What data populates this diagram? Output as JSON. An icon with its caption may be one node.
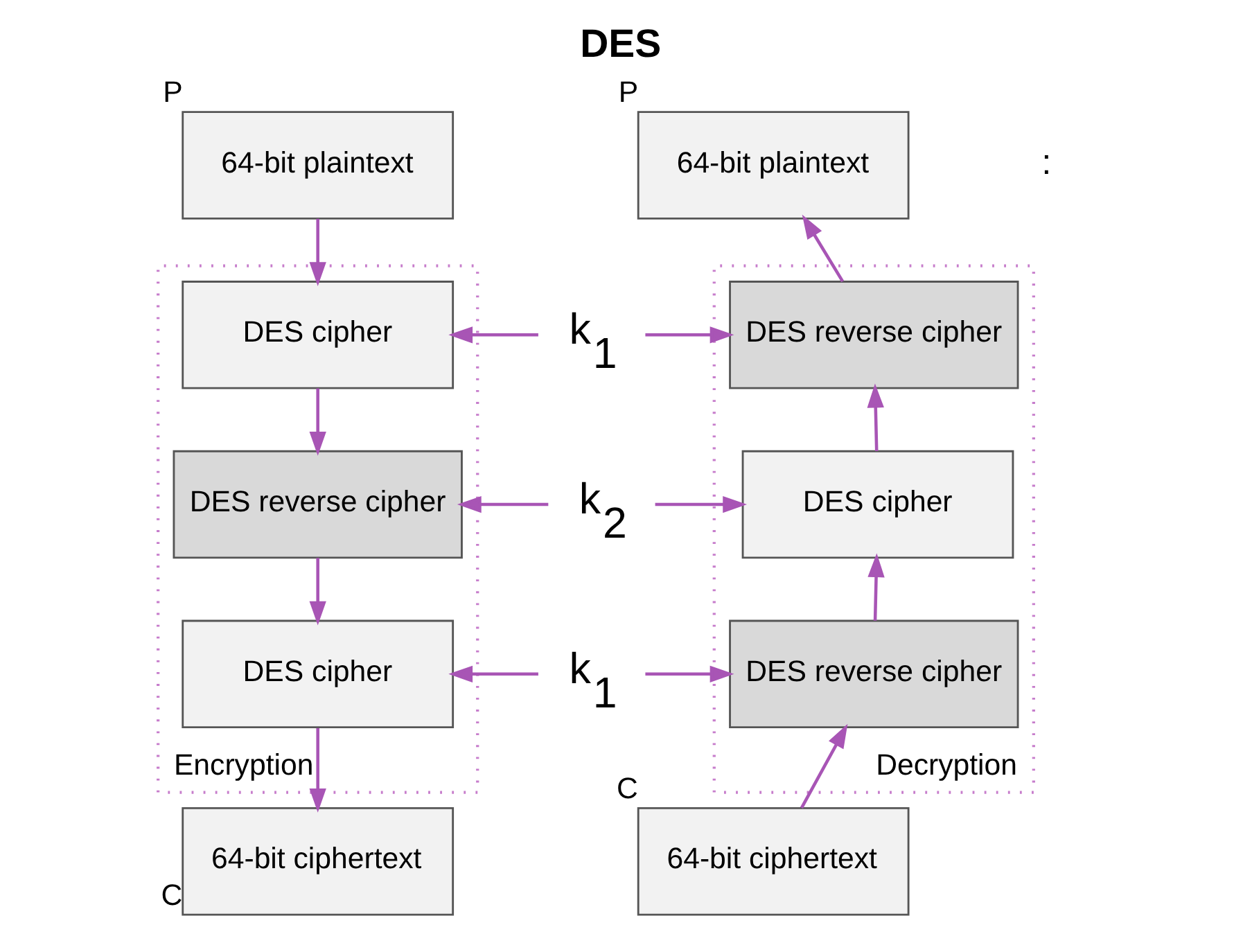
{
  "diagram": {
    "title": "DES",
    "nodes": [
      {
        "text": [
          "Encryption"
        ]
      },
      {
        "text": [
          "64-bit plaintext"
        ],
        "beside": [
          "P"
        ]
      },
      {
        "text": [
          "DES cipher"
        ],
        "in": 0
      },
      {
        "text": [
          "DES reverse cipher"
        ],
        "in": 0
      },
      {
        "text": [
          "DES cipher"
        ],
        "in": 0
      },
      {
        "text": [
          "64-bit ciphertext"
        ],
        "beside": [
          "C"
        ]
      },
      {
        "text": [
          "Decryption"
        ]
      },
      {
        "text": [
          "64-bit plaintext"
        ],
        "beside": [
          "P"
        ]
      },
      {
        "text": [
          "DES reverse cipher"
        ],
        "in": 6
      },
      {
        "text": [
          "DES cipher"
        ],
        "in": 6
      },
      {
        "text": [
          "DES reverse cipher"
        ],
        "in": 6
      },
      {
        "text": [
          "64-bit ciphertext"
        ],
        "beside": [
          "C"
        ]
      },
      {
        "text": [
          "k$_{1}$"
        ]
      },
      {
        "text": [
          "k$_{2}$"
        ]
      },
      {
        "text": [
          "k$_{1}$"
        ]
      }
    ],
    "edges": [
      {
        "from": 1,
        "to": 2,
        "arrow": "to"
      },
      {
        "from": 2,
        "to": 3,
        "arrow": "to"
      },
      {
        "from": 3,
        "to": 4,
        "arrow": "to"
      },
      {
        "from": 4,
        "to": 5,
        "arrow": "to"
      },
      {
        "from": 11,
        "to": 10,
        "arrow": "to"
      },
      {
        "from": 10,
        "to": 9,
        "arrow": "to"
      },
      {
        "from": 9,
        "to": 8,
        "arrow": "to"
      },
      {
        "from": 8,
        "to": 7,
        "arrow": "to"
      },
      {
        "from": 12,
        "to": 2,
        "arrow": "to"
      },
      {
        "from": 12,
        "to": 8,
        "arrow": "to"
      },
      {
        "from": 13,
        "to": 3,
        "arrow": "to"
      },
      {
        "from": 13,
        "to": 9,
        "arrow": "to"
      },
      {
        "from": 14,
        "to": 4,
        "arrow": "to"
      },
      {
        "from": 14,
        "to": 10,
        "arrow": "to"
      }
    ],
    "labels": [
      ":"
    ]
  }
}
